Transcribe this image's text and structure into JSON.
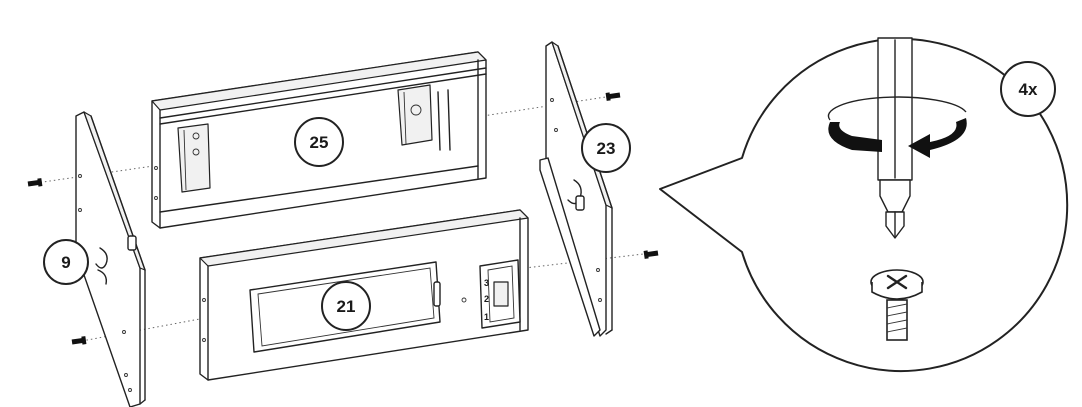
{
  "callouts": {
    "part_9": "9",
    "part_25": "25",
    "part_23": "23",
    "part_21": "21",
    "quantity": "4x"
  },
  "panel_marks": [
    "3",
    "2",
    "1"
  ],
  "icons": {
    "screw": "screw-icon",
    "screwdriver": "screwdriver-icon",
    "rotation": "clockwise-arrow-icon"
  },
  "colors": {
    "line": "#222222",
    "background": "#ffffff"
  }
}
